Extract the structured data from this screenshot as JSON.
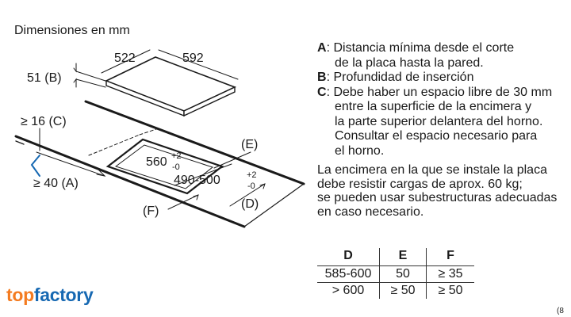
{
  "title": "Dimensiones en mm",
  "labels": {
    "d522": "522",
    "d592": "592",
    "d51": "51 (B)",
    "d16": "≥ 16 (C)",
    "d40": "≥ 40 (A)",
    "d560": "560",
    "d560_tol_up": "+2",
    "d560_tol_dn": "-0",
    "d490": "490-500",
    "d490_tol_up": "+2",
    "d490_tol_dn": "-0",
    "E": "(E)",
    "D": "(D)",
    "F": "(F)"
  },
  "legend": {
    "A_key": "A",
    "A_line1": ": Distancia mínima desde el corte",
    "A_line2": "de la placa hasta la pared.",
    "B_key": "B",
    "B_line1": ": Profundidad de inserción",
    "C_key": "C",
    "C_line1": ": Debe haber un espacio libre de 30 mm",
    "C_line2": "entre la superficie de la encimera y",
    "C_line3": "la parte superior delantera del horno.",
    "C_line4": "Consultar el espacio necesario para",
    "C_line5": "el horno."
  },
  "note": {
    "line1": "La encimera en la que se instale la placa",
    "line2": "debe resistir cargas de aprox. 60 kg;",
    "line3": "se pueden usar subestructuras adecuadas",
    "line4": "en caso necesario."
  },
  "table": {
    "headers": [
      "D",
      "E",
      "F"
    ],
    "rows": [
      [
        "585-600",
        "50",
        "≥ 35"
      ],
      [
        "> 600",
        "≥ 50",
        "≥ 50"
      ]
    ]
  },
  "brand": {
    "part1": "top",
    "part2": "factory"
  },
  "footnote": "(8"
}
